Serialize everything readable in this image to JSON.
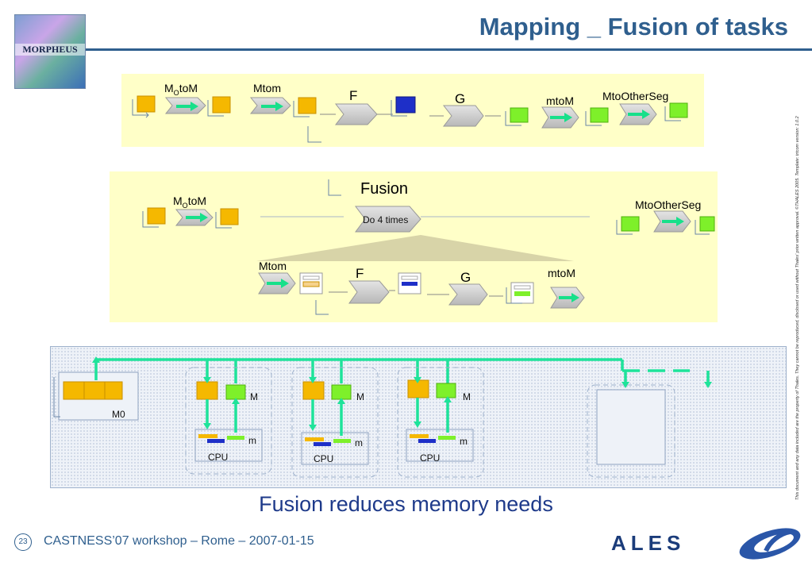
{
  "header": {
    "title": "Mapping _ Fusion of tasks",
    "logo_text": "MORPHEUS"
  },
  "diagram1": {
    "labels": {
      "motom": "M",
      "motom_sub": "O",
      "motom_suffix": "toM",
      "mtom": "Mtom",
      "f": "F",
      "g": "G",
      "mtoM": "mtoM",
      "mtootherseg": "MtoOtherSeg"
    }
  },
  "diagram2": {
    "labels": {
      "fusion": "Fusion",
      "do4": "Do 4 times",
      "motom": "M",
      "motom_sub": "O",
      "motom_suffix": "toM",
      "mtootherseg": "MtoOtherSeg",
      "mtom": "Mtom",
      "f": "F",
      "g": "G",
      "mtoM": "mtoM"
    }
  },
  "diagram3": {
    "m0": "M0",
    "nodes": [
      {
        "mem_big": "M",
        "mem_small": "m",
        "cpu": "CPU"
      },
      {
        "mem_big": "M",
        "mem_small": "m",
        "cpu": "CPU"
      },
      {
        "mem_big": "M",
        "mem_small": "m",
        "cpu": "CPU"
      }
    ]
  },
  "caption": "Fusion reduces memory needs",
  "footer": {
    "page_number": "23",
    "text": "CASTNESS’07 workshop – Rome – 2007-01-15"
  },
  "side_note": "This document and any data included are the property of Thales. They cannot be reproduced, disclosed or used without Thales' prior written approval. ©THALES 2005. Template: trtcom version: 1.0.2",
  "brand": "ALES",
  "colors": {
    "title": "#2f5f8e",
    "panel": "#ffffc8",
    "orange": "#f5b800",
    "green": "#7ef02a",
    "blue": "#1e2fc8",
    "teal_arrow": "#17e08a"
  }
}
